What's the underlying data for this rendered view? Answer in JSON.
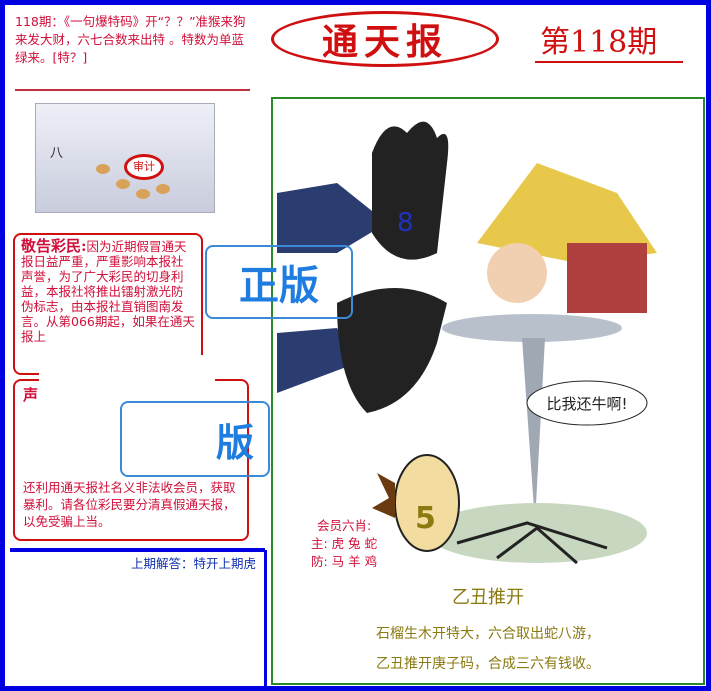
{
  "header": {
    "headline": "118期：《一句爆特码》开“？？”准猴来狗来发大财，六七合数来出特 。特数为单蓝绿来。[特？]",
    "logo": "通天报",
    "issue": "第118期"
  },
  "thumbnail": {
    "label": "八",
    "seal": "审计"
  },
  "notice1": {
    "heading": "敬告彩民:",
    "body": "因为近期假冒通天报日益严重，严重影响本报社声誉，为了广大彩民的切身利益，本报社将推出镭射激光防伪标志，由本报社直销图南发言。从第066期起，如果在通天报上"
  },
  "stamp1": "正版",
  "notice2": {
    "heading": "声",
    "body": "还利用通天报社名义非法收会员，获取暴利。请各位彩民要分清真假通天报，以免受骗上当。"
  },
  "stamp2": "版",
  "answer": "上期解答：特开上期虎",
  "cartoon": {
    "number_hand": "8",
    "number_hedgehog": "5",
    "speech": "比我还牛啊!"
  },
  "members": {
    "title": "会员六肖:",
    "main": "主: 虎 兔 蛇",
    "guard": "防: 马 羊 鸡"
  },
  "poem": {
    "title": "乙丑推开",
    "line1": "石榴生木开特大，六合取出蛇八游，",
    "line2": "乙丑推开庚子码，合成三六有钱收。"
  },
  "colors": {
    "frame": "#0000e0",
    "accent": "#d01010",
    "stamp": "#1f7de0",
    "poem": "#8a7a10"
  }
}
